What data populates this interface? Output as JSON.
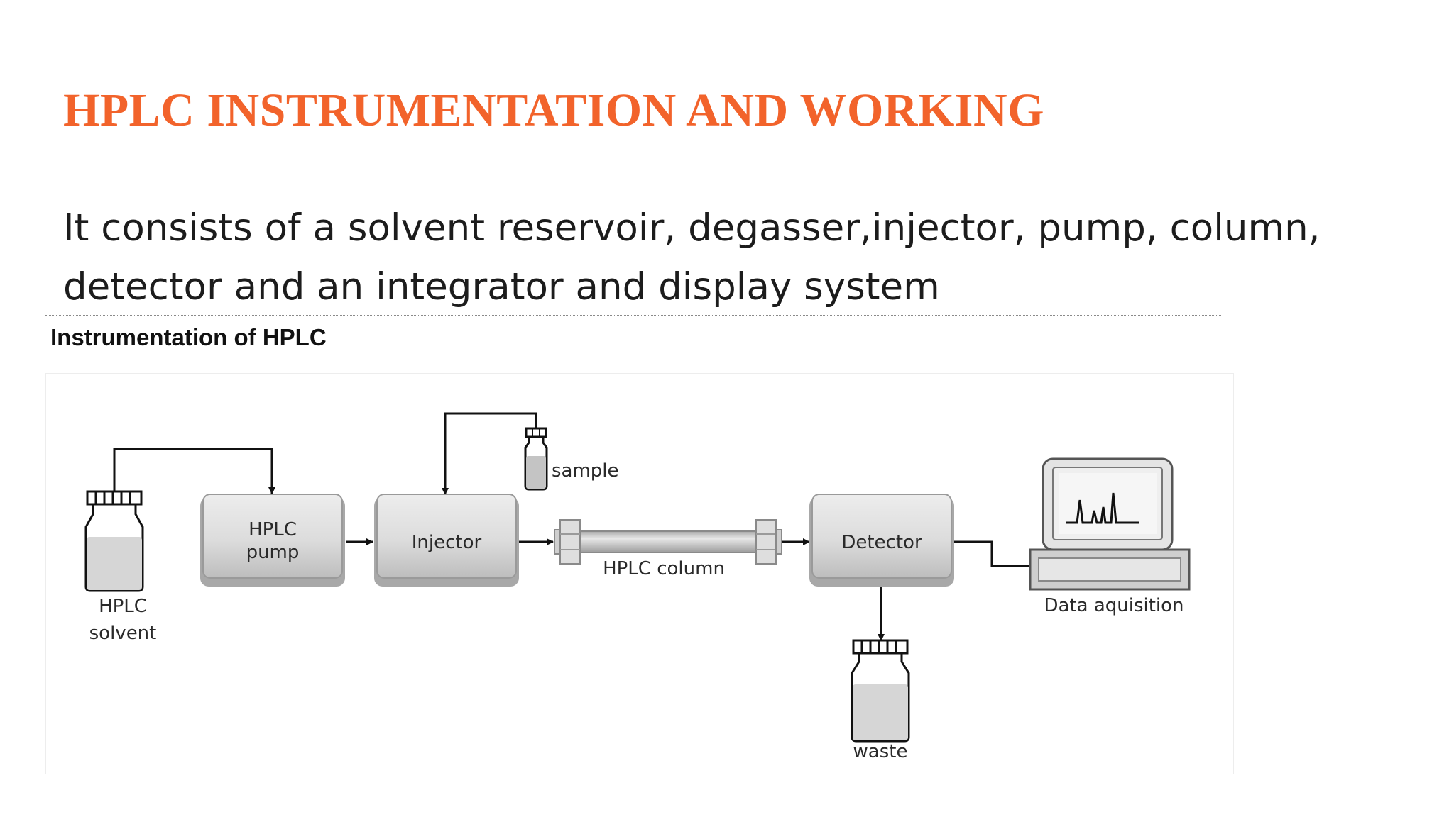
{
  "slide": {
    "title": "HPLC INSTRUMENTATION AND WORKING",
    "body": "It consists of a solvent reservoir, degasser,injector, pump, column, detector and an integrator  and display system"
  },
  "figure": {
    "title": "Instrumentation of HPLC",
    "labels": {
      "solvent_line1": "HPLC",
      "solvent_line2": "solvent",
      "pump_line1": "HPLC",
      "pump_line2": "pump",
      "injector": "Injector",
      "sample": "sample",
      "column": "HPLC column",
      "detector": "Detector",
      "waste": "waste",
      "data": "Data aquisition"
    }
  },
  "colors": {
    "title": "#f2632b",
    "body_text": "#1c1c1c",
    "box_fill": "#d9d9d9",
    "line": "#111111"
  }
}
